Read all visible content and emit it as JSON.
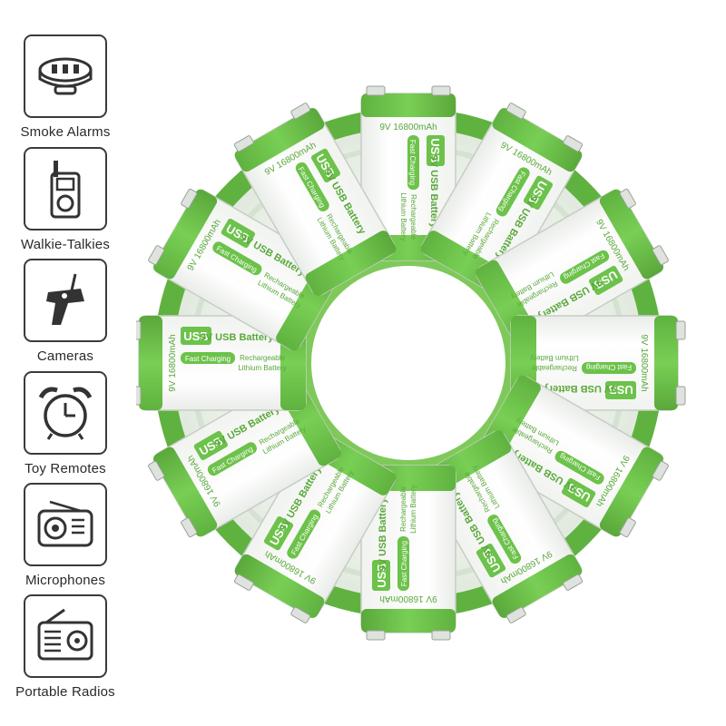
{
  "features": [
    {
      "label": "Smoke Alarms",
      "icon": "smoke-alarm-icon"
    },
    {
      "label": "Walkie-Talkies",
      "icon": "walkie-talkie-icon"
    },
    {
      "label": "Cameras",
      "icon": "remote-controller-icon"
    },
    {
      "label": "Toy Remotes",
      "icon": "alarm-clock-icon"
    },
    {
      "label": "Microphones",
      "icon": "radio-icon"
    },
    {
      "label": "Portable Radios",
      "icon": "portable-radio-icon"
    }
  ],
  "battery": {
    "capacity": "9V 16800mAh",
    "usb": "USB",
    "name": "9V USB Battery",
    "fast_charging": "Fast Charging",
    "rechargeable": "Rechargeable",
    "chemistry": "Lithium Battery"
  },
  "colors": {
    "accent_green": "#6cc24a",
    "dark_green": "#4e9e32",
    "outline": "#3a3a3a"
  }
}
